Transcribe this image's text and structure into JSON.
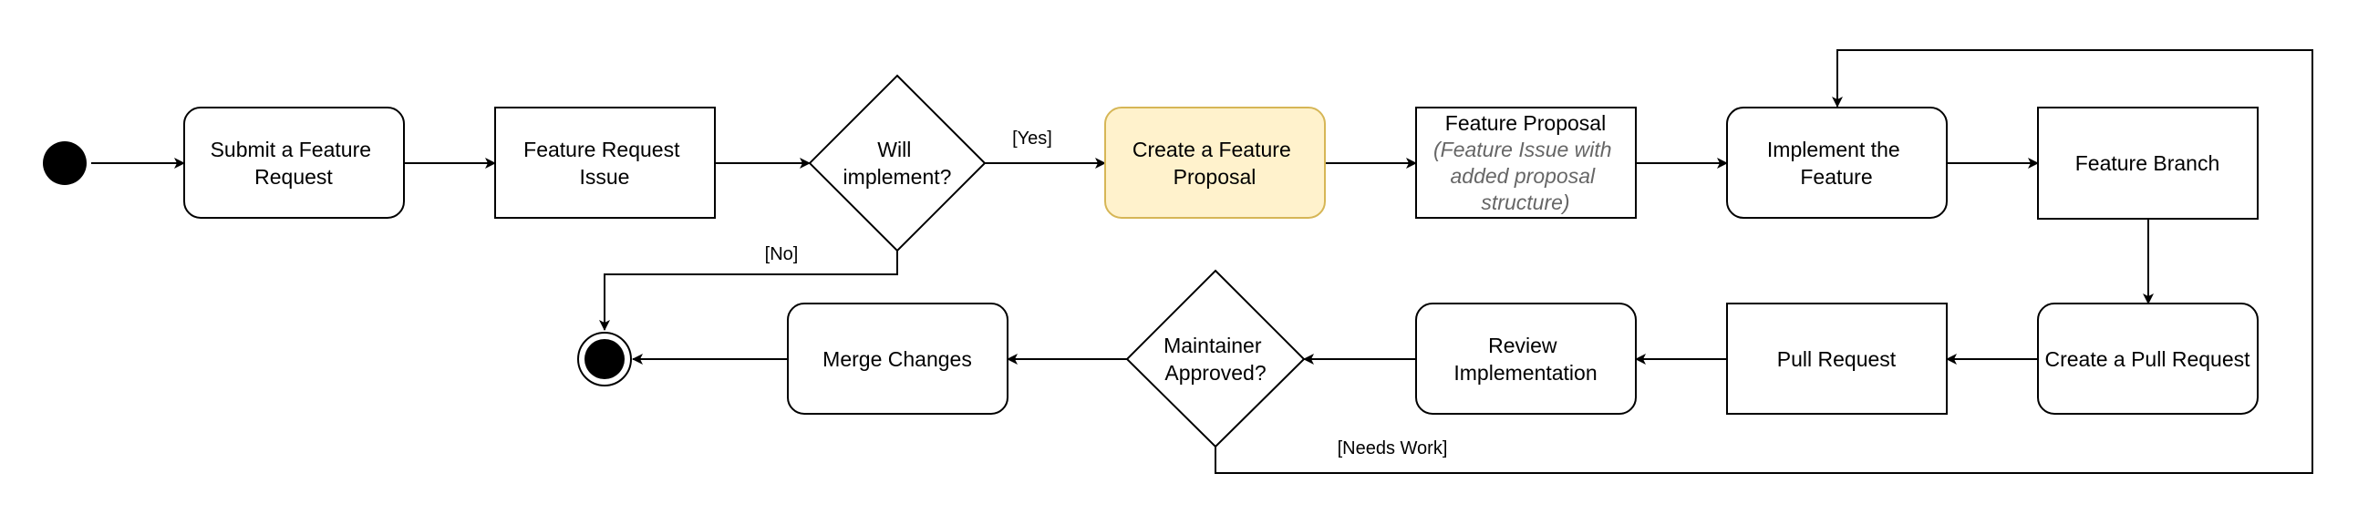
{
  "diagram": {
    "colors": {
      "stroke": "#000000",
      "fill": "#ffffff",
      "highlight_fill": "#fff2cc",
      "highlight_stroke": "#d6b656",
      "note_text": "#666666"
    },
    "nodes": {
      "submit": {
        "lines": [
          "Submit a Feature",
          "Request"
        ]
      },
      "request_issue": {
        "lines": [
          "Feature Request",
          "Issue"
        ]
      },
      "will_implement": {
        "lines": [
          "Will",
          "implement?"
        ]
      },
      "create_proposal": {
        "lines": [
          "Create a Feature",
          "Proposal"
        ]
      },
      "feature_proposal": {
        "title": "Feature Proposal",
        "note_lines": [
          "(Feature Issue with",
          "added proposal",
          "structure)"
        ]
      },
      "implement": {
        "lines": [
          "Implement the",
          "Feature"
        ]
      },
      "feature_branch": {
        "lines": [
          "Feature Branch"
        ]
      },
      "create_pr": {
        "lines": [
          "Create a Pull Request"
        ]
      },
      "pull_request": {
        "lines": [
          "Pull Request"
        ]
      },
      "review": {
        "lines": [
          "Review",
          "Implementation"
        ]
      },
      "approved": {
        "lines": [
          "Maintainer",
          "Approved?"
        ]
      },
      "merge": {
        "lines": [
          "Merge Changes"
        ]
      }
    },
    "edge_labels": {
      "yes": "[Yes]",
      "no": "[No]",
      "needs_work": "[Needs Work]"
    }
  }
}
